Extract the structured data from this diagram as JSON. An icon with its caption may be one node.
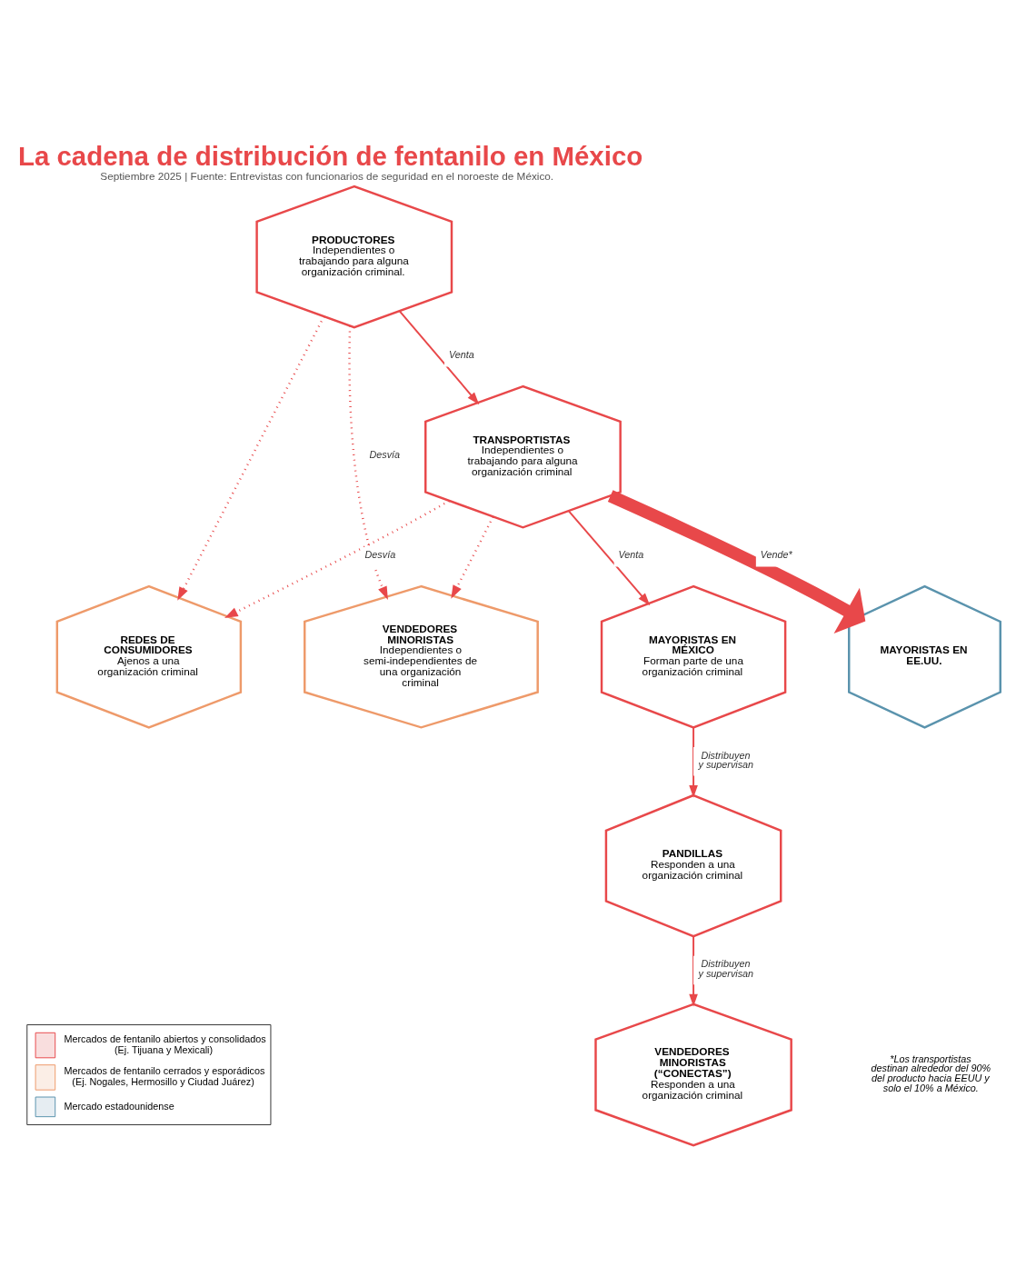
{
  "diagram": {
    "title": "La cadena de distribución de fentanilo en México",
    "caption": "Septiembre 2025 | Fuente: Entrevistas con funcionarios de seguridad en el noroeste de México.",
    "nodes": [
      {
        "text": [
          "PRODUCTORES",
          "Independientes o trabajando para alguna organización criminal."
        ]
      },
      {
        "text": [
          "TRANSPORTISTAS",
          "Independientes o trabajando para alguna organización criminal"
        ]
      },
      {
        "text": [
          "REDES DE CONSUMIDORES",
          "Ajenos a una organización criminal"
        ]
      },
      {
        "text": [
          "VENDEDORES MINORISTAS",
          "Independientes o semi-independientes de una organización criminal"
        ]
      },
      {
        "text": [
          "MAYORISTAS EN MÉXICO",
          "Forman parte de una organización criminal"
        ]
      },
      {
        "text": [
          "MAYORISTAS EN EE.UU."
        ]
      },
      {
        "text": [
          "PANDILLAS",
          "Responden a una organización criminal"
        ]
      },
      {
        "text": [
          "VENDEDORES MINORISTAS (“CONECTAS”)",
          "Responden a una organización criminal"
        ]
      }
    ],
    "edges": [
      {
        "from": 0,
        "to": 1,
        "arrow": "to",
        "label": "Venta"
      },
      {
        "from": 0,
        "to": 3,
        "arrow": "to",
        "label": "Desvía",
        "style": "dashed"
      },
      {
        "from": 0,
        "to": 2,
        "arrow": "to",
        "style": "dashed"
      },
      {
        "from": 1,
        "to": 2,
        "arrow": "to",
        "label": "Desvía",
        "style": "dashed"
      },
      {
        "from": 1,
        "to": 3,
        "arrow": "to",
        "style": "dashed"
      },
      {
        "from": 1,
        "to": 4,
        "arrow": "to",
        "label": "Venta"
      },
      {
        "from": 1,
        "to": 5,
        "arrow": "to",
        "label": "Vende*",
        "style": "thick"
      },
      {
        "from": 4,
        "to": 6,
        "arrow": "to",
        "label": "Distribuyen y supervisan"
      },
      {
        "from": 6,
        "to": 7,
        "arrow": "to",
        "label": "Distribuyen y supervisan"
      }
    ],
    "labels": [
      "*Los transportistas destinan alrededor del 90% del producto hacia EEUU y solo el 10% a México."
    ],
    "legend": [
      {
        "text": "Mercados de fentanilo abiertos y consolidados (Ej. Tijuana y Mexicali)",
        "color": "#f9dede"
      },
      {
        "text": "Mercados de fentanilo cerrados y esporádicos (Ej. Nogales, Hermosillo y Ciudad Juárez)",
        "color": "#fbeee6"
      },
      {
        "text": "Mercado estadounidense",
        "color": "#e6edf2"
      }
    ]
  }
}
